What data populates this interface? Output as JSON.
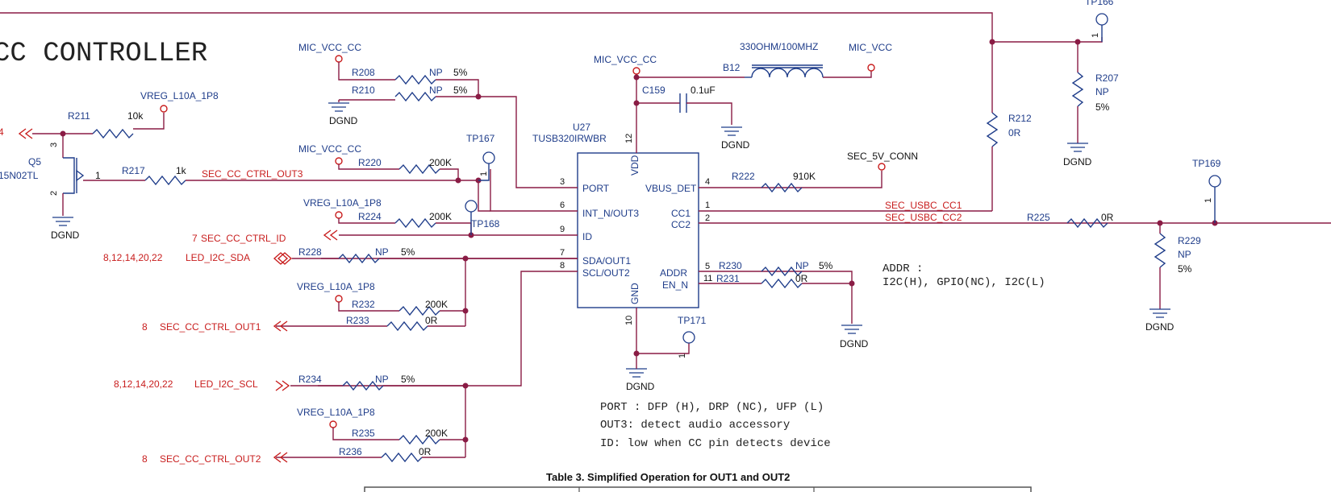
{
  "title": "CC CONTROLLER",
  "ic": {
    "ref": "U27",
    "part": "TUSB320IRWBR",
    "pins": {
      "vdd": "VDD",
      "gnd": "GND",
      "port": "PORT",
      "int_n": "INT_N/OUT3",
      "id": "ID",
      "sda": "SDA/OUT1",
      "scl": "SCL/OUT2",
      "vbus_det": "VBUS_DET",
      "cc1": "CC1",
      "cc2": "CC2",
      "addr": "ADDR",
      "en_n": "EN_N"
    },
    "pin_numbers": {
      "vdd": "12",
      "gnd": "10",
      "port": "3",
      "int_n": "6",
      "id": "9",
      "sda": "7",
      "scl": "8",
      "vbus_det": "4",
      "cc1": "1",
      "cc2": "2",
      "addr": "5",
      "en_n": "11"
    }
  },
  "components": {
    "r208": {
      "ref": "R208",
      "value": "NP",
      "tol": "5%"
    },
    "r210": {
      "ref": "R210",
      "value": "NP",
      "tol": "5%"
    },
    "r211": {
      "ref": "R211",
      "value": "10k"
    },
    "r217": {
      "ref": "R217",
      "value": "1k"
    },
    "r220": {
      "ref": "R220",
      "value": "200K"
    },
    "r224": {
      "ref": "R224",
      "value": "200K"
    },
    "r228": {
      "ref": "R228",
      "value": "NP",
      "tol": "5%"
    },
    "r232": {
      "ref": "R232",
      "value": "200K"
    },
    "r233": {
      "ref": "R233",
      "value": "0R"
    },
    "r234": {
      "ref": "R234",
      "value": "NP",
      "tol": "5%"
    },
    "r235": {
      "ref": "R235",
      "value": "200K"
    },
    "r236": {
      "ref": "R236",
      "value": "0R"
    },
    "r222": {
      "ref": "R222",
      "value": "910K"
    },
    "r230": {
      "ref": "R230",
      "value": "NP",
      "tol": "5%"
    },
    "r231": {
      "ref": "R231",
      "value": "0R"
    },
    "r212": {
      "ref": "R212",
      "value": "0R"
    },
    "r207": {
      "ref": "R207",
      "value": "NP",
      "tol": "5%"
    },
    "r225": {
      "ref": "R225",
      "value": "0R"
    },
    "r229": {
      "ref": "R229",
      "value": "NP",
      "tol": "5%"
    },
    "c159": {
      "ref": "C159",
      "value": "0.1uF"
    },
    "b12": {
      "ref": "B12",
      "value": "330OHM/100MHZ"
    },
    "q5": {
      "ref": "Q5",
      "part": "15N02TL"
    }
  },
  "test_points": {
    "tp166": "TP166",
    "tp167": "TP167",
    "tp168": "TP168",
    "tp169": "TP169",
    "tp171": "TP171"
  },
  "power": {
    "mic_vcc_cc": "MIC_VCC_CC",
    "mic_vcc": "MIC_VCC",
    "vreg": "VREG_L10A_1P8",
    "sec_5v_conn": "SEC_5V_CONN",
    "dgnd": "DGND"
  },
  "nets": {
    "sec_cc_ctrl_out3": "SEC_CC_CTRL_OUT3",
    "sec_cc_ctrl_id": "SEC_CC_CTRL_ID",
    "led_i2c_sda": "LED_I2C_SDA",
    "sec_cc_ctrl_out1": "SEC_CC_CTRL_OUT1",
    "led_i2c_scl": "LED_I2C_SCL",
    "sec_cc_ctrl_out2": "SEC_CC_CTRL_OUT2",
    "sec_usbc_cc1": "SEC_USBC_CC1",
    "sec_usbc_cc2": "SEC_USBC_CC2"
  },
  "sheet_refs": {
    "id": "7",
    "sda": "8,12,14,20,22",
    "out1": "8",
    "scl": "8,12,14,20,22",
    "out2": "8"
  },
  "pin_labels": {
    "q5_pin1": "1",
    "q5_pin2": "2",
    "q5_pin3": "3",
    "tp_pin": "1"
  },
  "notes": {
    "addr_title": "ADDR :",
    "addr_line": "I2C(H), GPIO(NC), I2C(L)",
    "port_line": "PORT : DFP (H), DRP (NC), UFP (L)",
    "out3_line": "OUT3: detect audio accessory",
    "id_line": "ID: low when CC pin detects device"
  },
  "table_caption": "Table 3. Simplified Operation for OUT1 and OUT2"
}
